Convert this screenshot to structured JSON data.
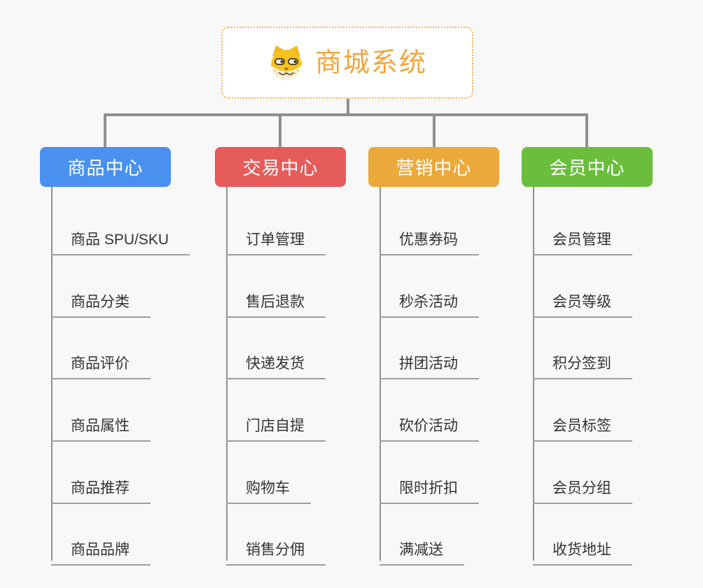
{
  "root": {
    "title": "商城系统",
    "icon": "shiba-dog-icon",
    "accent_color": "#f0a73c"
  },
  "branches": [
    {
      "label": "商品中心",
      "color": "#4a90ee",
      "items": [
        "商品 SPU/SKU",
        "商品分类",
        "商品评价",
        "商品属性",
        "商品推荐",
        "商品品牌"
      ]
    },
    {
      "label": "交易中心",
      "color": "#e65c5a",
      "items": [
        "订单管理",
        "售后退款",
        "快递发货",
        "门店自提",
        "购物车",
        "销售分佣"
      ]
    },
    {
      "label": "营销中心",
      "color": "#eba93b",
      "items": [
        "优惠券码",
        "秒杀活动",
        "拼团活动",
        "砍价活动",
        "限时折扣",
        "满减送"
      ]
    },
    {
      "label": "会员中心",
      "color": "#6bbe3d",
      "items": [
        "会员管理",
        "会员等级",
        "积分签到",
        "会员标签",
        "会员分组",
        "收货地址"
      ]
    }
  ],
  "style": {
    "connector_color": "#8f8f8f",
    "underline_color": "#9e9e9e",
    "background_color": "#f8f8f8",
    "item_text_color": "#333333"
  }
}
